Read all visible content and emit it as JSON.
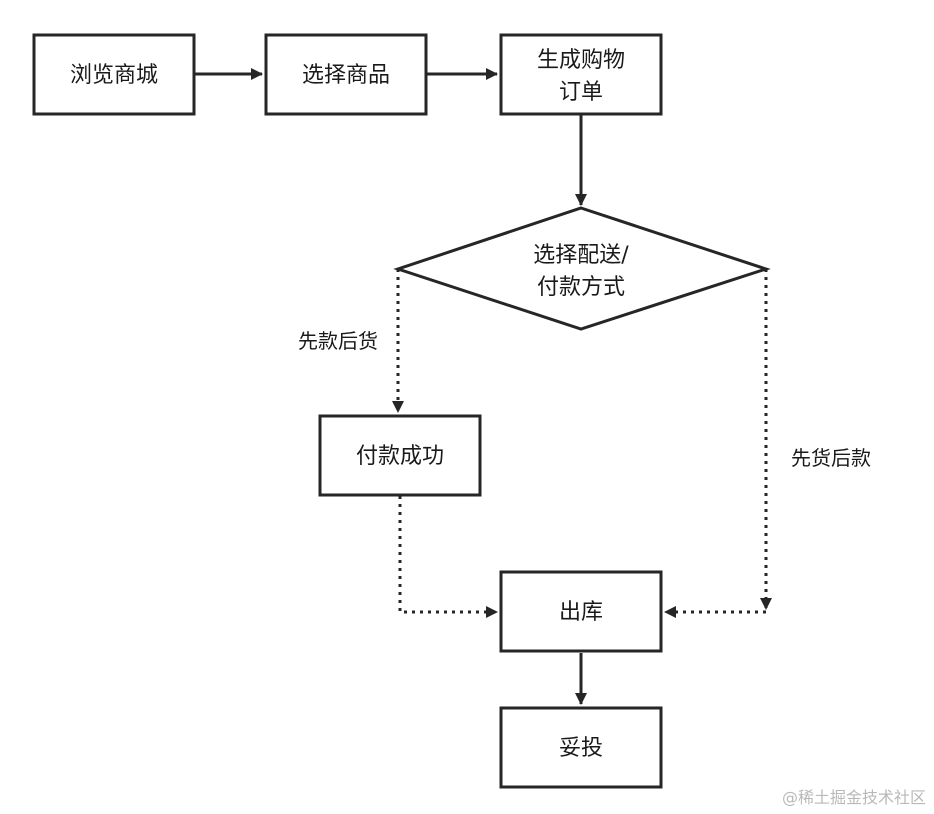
{
  "flowchart": {
    "nodes": {
      "browse": "浏览商城",
      "select_product": "选择商品",
      "create_order_line1": "生成购物",
      "create_order_line2": "订单",
      "choose_method_line1": "选择配送/",
      "choose_method_line2": "付款方式",
      "payment_success": "付款成功",
      "outbound": "出库",
      "delivered": "妥投"
    },
    "edge_labels": {
      "pay_first": "先款后货",
      "goods_first": "先货后款"
    }
  },
  "watermark": "@稀土掘金技术社区",
  "colors": {
    "stroke": "#262626",
    "text": "#1a1a1a",
    "watermark": "#b9b9b9",
    "background": "#ffffff"
  }
}
